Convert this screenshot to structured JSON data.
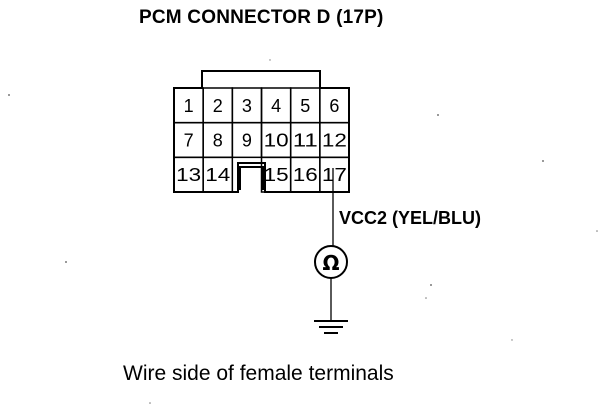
{
  "title": "PCM CONNECTOR D (17P)",
  "caption": "Wire side of female terminals",
  "probe": {
    "terminal": "17",
    "wire_label": "VCC2 (YEL/BLU)",
    "meter_symbol": "Ω",
    "meter_icon": "ohmmeter-icon",
    "ground_icon": "ground-icon"
  },
  "connector": {
    "rows": [
      [
        "1",
        "2",
        "3",
        "4",
        "5",
        "6"
      ],
      [
        "7",
        "8",
        "9",
        "10",
        "11",
        "12"
      ],
      [
        "13",
        "14",
        "",
        "15",
        "16",
        "17"
      ]
    ]
  }
}
